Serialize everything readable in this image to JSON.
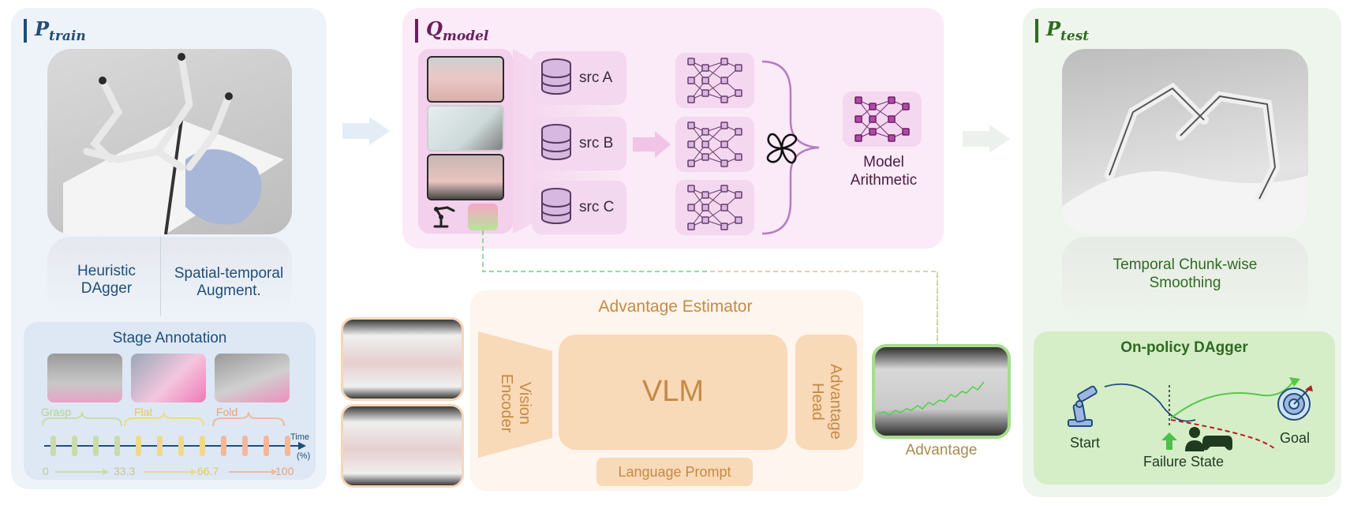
{
  "p_train": {
    "title_main": "P",
    "title_sub": "train",
    "heuristic": "Heuristic DAgger",
    "spatial": "Spatial-temporal Augment.",
    "stage_annotation": {
      "title": "Stage Annotation",
      "stages": [
        "Grasp",
        "Flat",
        "Fold"
      ],
      "time_label": "Time",
      "time_unit": "(%)",
      "ticks": [
        "0",
        "33.3",
        "66.7",
        "100"
      ]
    }
  },
  "q_model": {
    "title_main": "Q",
    "title_sub": "model",
    "sources": [
      "src A",
      "src B",
      "src C"
    ],
    "arithmetic": "Model Arithmetic"
  },
  "estimator": {
    "title": "Advantage Estimator",
    "vision_encoder": "Vision Encoder",
    "vlm": "VLM",
    "advantage_head": "Advantage Head",
    "language_prompt": "Language Prompt",
    "advantage": "Advantage"
  },
  "p_test": {
    "title_main": "P",
    "title_sub": "test",
    "smoothing": "Temporal Chunk-wise Smoothing",
    "on_policy": {
      "title": "On-policy DAgger",
      "start": "Start",
      "goal": "Goal",
      "failure": "Failure State"
    }
  },
  "colors": {
    "train": "#1f4e79",
    "model": "#6b1f5f",
    "test": "#2e6b1f",
    "estimator": "#c58a45"
  }
}
